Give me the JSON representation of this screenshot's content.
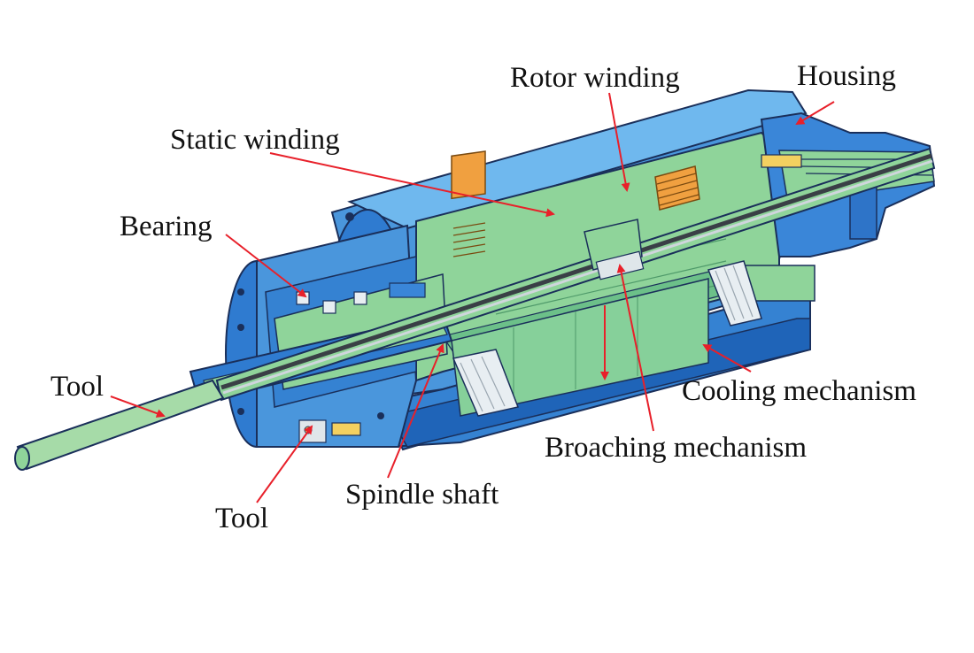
{
  "colors": {
    "housing_blue": "#3a86d8",
    "housing_light": "#5fb0ec",
    "housing_dark": "#1f5fb0",
    "outline": "#1a2f5a",
    "winding_green": "#8fd49a",
    "winding_green_dark": "#5fae78",
    "coil_orange": "#f0a040",
    "shaft_grey": "#cfd6dc",
    "shaft_dark": "#3a3f46",
    "arrow_red": "#e8202a"
  },
  "labels": {
    "rotor_winding": "Rotor winding",
    "housing": "Housing",
    "static_winding": "Static winding",
    "bearing": "Bearing",
    "tool_left": "Tool",
    "cooling_mechanism": "Cooling mechanism",
    "broaching_mechanism": "Broaching mechanism",
    "spindle_shaft": "Spindle shaft",
    "tool_bottom": "Tool"
  }
}
